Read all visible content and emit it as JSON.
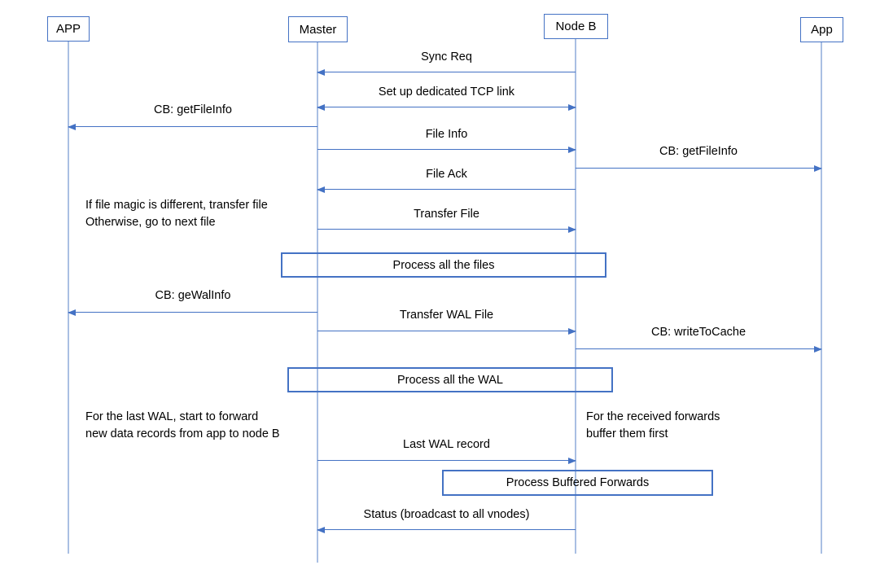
{
  "colors": {
    "line": "#4472C4",
    "lifeline": "#A9BFE3",
    "text": "#000000",
    "bg": "#FFFFFF"
  },
  "actors": [
    {
      "id": "app-left",
      "label": "APP"
    },
    {
      "id": "master",
      "label": "Master"
    },
    {
      "id": "node-b",
      "label": "Node B"
    },
    {
      "id": "app-right",
      "label": "App"
    }
  ],
  "messages": [
    {
      "label": "Sync Req",
      "from": "node-b",
      "to": "master",
      "direction": "left"
    },
    {
      "label": "Set up dedicated TCP link",
      "from": "master",
      "to": "node-b",
      "direction": "both"
    },
    {
      "label": "CB: getFileInfo",
      "from": "master",
      "to": "app-left",
      "direction": "left"
    },
    {
      "label": "File Info",
      "from": "master",
      "to": "node-b",
      "direction": "right"
    },
    {
      "label": "CB: getFileInfo",
      "from": "node-b",
      "to": "app-right",
      "direction": "right"
    },
    {
      "label": "File Ack",
      "from": "node-b",
      "to": "master",
      "direction": "left"
    },
    {
      "label": "Transfer File",
      "from": "master",
      "to": "node-b",
      "direction": "right"
    },
    {
      "label": "CB: geWalInfo",
      "from": "master",
      "to": "app-left",
      "direction": "left"
    },
    {
      "label": "Transfer WAL File",
      "from": "master",
      "to": "node-b",
      "direction": "right"
    },
    {
      "label": "CB: writeToCache",
      "from": "node-b",
      "to": "app-right",
      "direction": "right"
    },
    {
      "label": "Last WAL record",
      "from": "master",
      "to": "node-b",
      "direction": "right"
    },
    {
      "label": "Status (broadcast to all vnodes)",
      "from": "node-b",
      "to": "master",
      "direction": "left"
    }
  ],
  "process_boxes": [
    {
      "label": "Process all the files"
    },
    {
      "label": "Process all the WAL"
    },
    {
      "label": "Process Buffered Forwards"
    }
  ],
  "notes": [
    {
      "lines": [
        "If file magic is different, transfer file",
        "Otherwise, go to next file"
      ]
    },
    {
      "lines": [
        "For the last WAL, start to forward",
        "new data records from app to node B"
      ]
    },
    {
      "lines": [
        "For the received forwards",
        "buffer them first"
      ]
    }
  ]
}
